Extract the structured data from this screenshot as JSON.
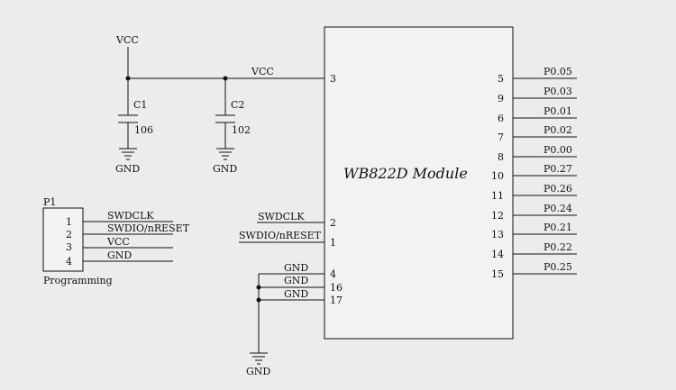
{
  "module": {
    "title": "WB822D Module",
    "left_pins": [
      {
        "net": "VCC",
        "pin": "3"
      },
      {
        "net": "SWDCLK",
        "pin": "2"
      },
      {
        "net": "SWDIO/nRESET",
        "pin": "1"
      },
      {
        "net": "GND",
        "pin": "4"
      },
      {
        "net": "GND",
        "pin": "16"
      },
      {
        "net": "GND",
        "pin": "17"
      }
    ],
    "right_pins": [
      {
        "pin": "5",
        "net": "P0.05"
      },
      {
        "pin": "9",
        "net": "P0.03"
      },
      {
        "pin": "6",
        "net": "P0.01"
      },
      {
        "pin": "7",
        "net": "P0.02"
      },
      {
        "pin": "8",
        "net": "P0.00"
      },
      {
        "pin": "10",
        "net": "P0.27"
      },
      {
        "pin": "11",
        "net": "P0.26"
      },
      {
        "pin": "12",
        "net": "P0.24"
      },
      {
        "pin": "13",
        "net": "P0.21"
      },
      {
        "pin": "14",
        "net": "P0.22"
      },
      {
        "pin": "15",
        "net": "P0.25"
      }
    ]
  },
  "power": {
    "vcc_top": "VCC",
    "c1": {
      "ref": "C1",
      "value": "106",
      "gnd": "GND"
    },
    "c2": {
      "ref": "C2",
      "value": "102",
      "gnd": "GND"
    }
  },
  "connector": {
    "ref": "P1",
    "name": "Programming",
    "pins": [
      {
        "num": "1",
        "net": "SWDCLK"
      },
      {
        "num": "2",
        "net": "SWDIO/nRESET"
      },
      {
        "num": "3",
        "net": "VCC"
      },
      {
        "num": "4",
        "net": "GND"
      }
    ]
  },
  "module_gnd": "GND"
}
